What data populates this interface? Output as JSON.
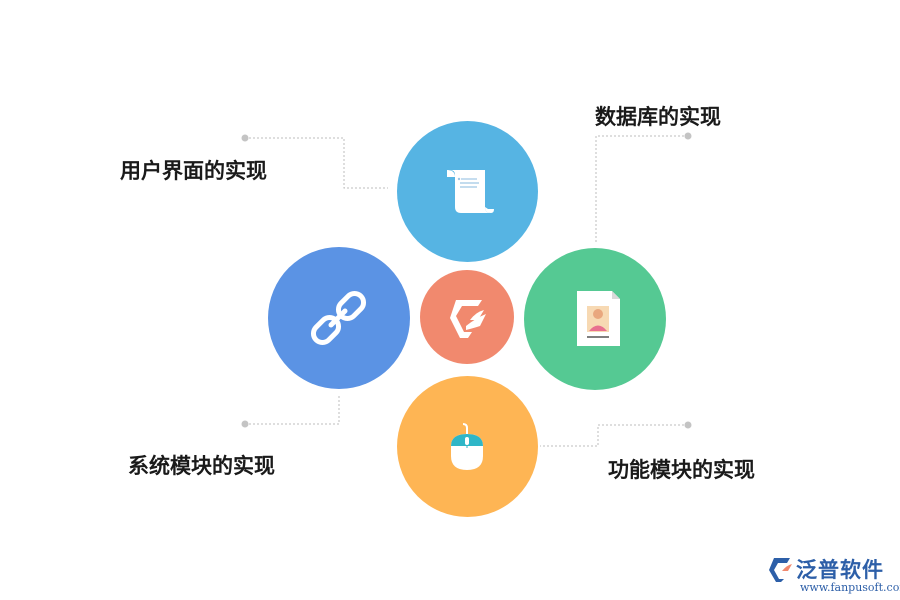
{
  "nodes": {
    "top": {
      "label": "用户界面的实现",
      "color": "#56b4e3",
      "icon": "scroll-icon"
    },
    "right": {
      "label": "数据库的实现",
      "color": "#55c993",
      "icon": "profile-document-icon"
    },
    "left": {
      "label": "系统模块的实现",
      "color": "#5b93e4",
      "icon": "link-icon"
    },
    "bottom": {
      "label": "功能模块的实现",
      "color": "#feb554",
      "icon": "mouse-icon"
    },
    "center": {
      "color": "#f1896e",
      "icon": "brand-logo-icon"
    }
  },
  "brand": {
    "name": "泛普软件",
    "url": "www.fanpusoft.com",
    "color": "#2d5fa8"
  }
}
